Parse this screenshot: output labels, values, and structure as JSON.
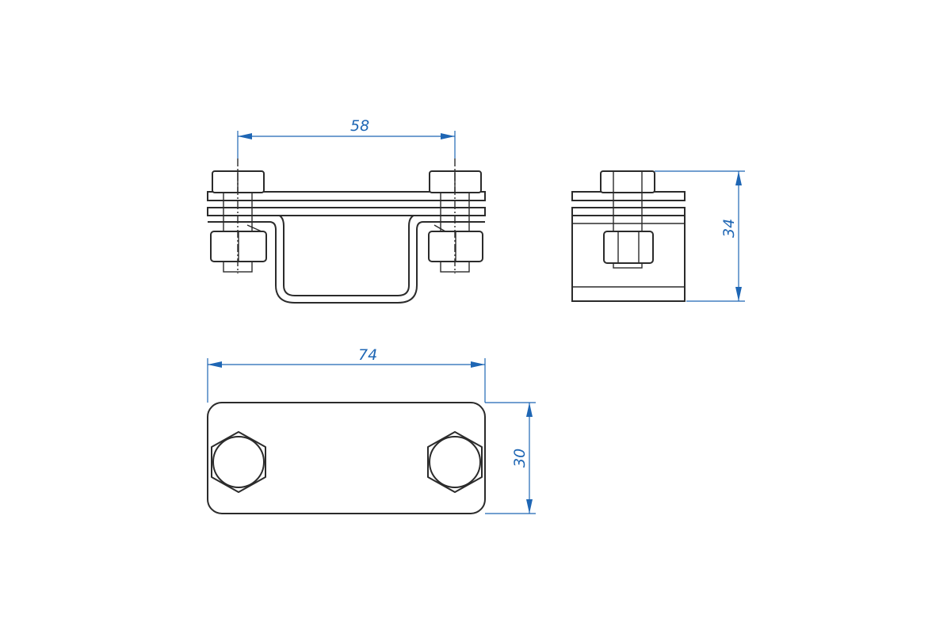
{
  "drawing": {
    "colors": {
      "outline": "#2b2b2b",
      "dimension": "#1e66b4",
      "background": "#ffffff"
    },
    "dimensions": {
      "front_bolt_spacing": "58",
      "plan_length": "74",
      "plan_width": "30",
      "side_height": "34"
    }
  }
}
